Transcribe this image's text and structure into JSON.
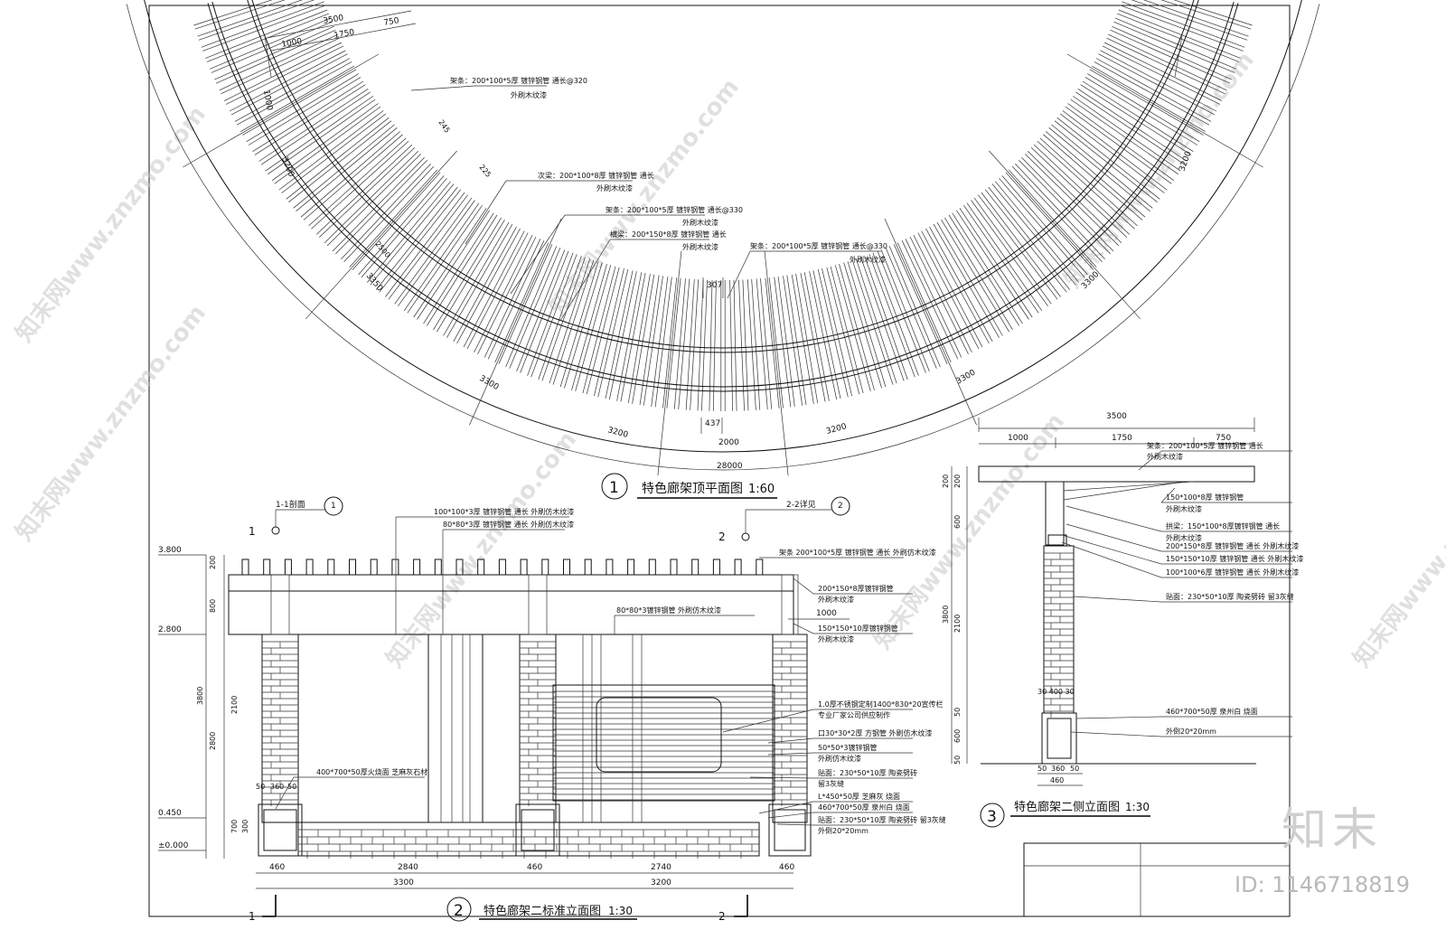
{
  "plan": {
    "title_num": "1",
    "title": "特色廊架顶平面图",
    "scale": "1:60",
    "dims_top": [
      "3500",
      "1000",
      "1750",
      "750"
    ],
    "dim_left_1000": "1000",
    "dim_left_3200": "3200",
    "dim_left_3350": "3350",
    "dim_right_3200": "3200",
    "dim_right_3300": "3300",
    "bottom_dims": [
      "3300",
      "3200",
      "2000",
      "3200",
      "3300"
    ],
    "overall": "28000",
    "dim_307": "307",
    "dim_437": "437",
    "small_245": "245",
    "small_225": "225",
    "small_2500": "2500",
    "notes": [
      "架条：200*100*5厚 镀锌钢管 通长@320",
      "外刷木纹漆",
      "次梁：200*100*8厚 镀锌钢管 通长",
      "外刷木纹漆",
      "架条：200*100*5厚 镀锌钢管 通长@330",
      "外刷木纹漆",
      "横梁：200*150*8厚 镀锌钢管 通长",
      "外刷木纹漆",
      "架条：200*100*5厚 镀锌钢管 通长@330",
      "外刷木纹漆"
    ]
  },
  "front": {
    "title_num": "2",
    "title": "特色廊架二标准立面图",
    "scale": "1:30",
    "section1": "1-1剖面",
    "section1_ref": "1",
    "section2": "2-2详见",
    "section2_ref": "2",
    "cut1": "1",
    "cut2": "2",
    "levels": [
      "3.800",
      "2.800",
      "0.450",
      "±0.000"
    ],
    "vdims": [
      "200",
      "800",
      "3800",
      "2800",
      "2100",
      "700",
      "300"
    ],
    "notes_top": [
      "100*100*3厚 镀锌钢管 通长 外刷仿木纹漆",
      "80*80*3厚 镀锌钢管 通长 外刷仿木纹漆"
    ],
    "note_mid": "80*80*3镀锌钢管  外刷仿木纹漆",
    "note_right_top": "架条 200*100*5厚 镀锌钢管 通长 外刷仿木纹漆",
    "dim_1000": "1000",
    "notes_right": [
      "200*150*8厚镀锌钢管",
      "外刷木纹漆",
      "150*150*10厚镀锌钢管",
      "外刷木纹漆",
      "1.0厚不锈钢定制1400*830*20宣传栏",
      "专业厂家公司供应制作",
      "口30*30*2厚 方钢管 外刷仿木纹漆",
      "50*50*3镀锌钢管",
      "外刷仿木纹漆",
      "贴面：230*50*10厚 陶瓷劈砖",
      "留3灰缝",
      "L*450*50厚 芝麻灰 烧面",
      "460*700*50厚 泉州白 烧面",
      "贴面：230*50*10厚 陶瓷劈砖 留3灰缝",
      "外倒20*20mm"
    ],
    "note_left": "400*700*50厚火烧面 芝麻灰石材",
    "col_dims": [
      "50",
      "360",
      "50"
    ],
    "bottom_dims1": [
      "460",
      "2840",
      "460",
      "2740",
      "460"
    ],
    "bottom_dims2": [
      "3300",
      "3200"
    ]
  },
  "side": {
    "title_num": "3",
    "title": "特色廊架二侧立面图",
    "scale": "1:30",
    "top_dims": [
      "3500",
      "1000",
      "1750",
      "750"
    ],
    "vdims": [
      "200",
      "200",
      "600",
      "3800",
      "2100",
      "50",
      "600",
      "50"
    ],
    "notes": [
      "架条：200*100*5厚 镀锌钢管 通长",
      "外刷木纹漆",
      "150*100*8厚 镀锌钢管",
      "外刷木纹漆",
      "拱梁：150*100*8厚镀锌钢管 通长",
      "外刷木纹漆",
      "200*150*8厚 镀锌钢管 通长 外刷木纹漆",
      "150*150*10厚 镀锌钢管 通长 外刷木纹漆",
      "100*100*6厚 镀锌钢管 通长 外刷木纹漆",
      "贴面：230*50*10厚 陶瓷劈砖 留3灰缝",
      "460*700*50厚 泉州白 烧面",
      "外倒20*20mm"
    ],
    "dim_col": "30  400  30",
    "dim_base": [
      "50",
      "360",
      "50"
    ],
    "dim_460": "460"
  },
  "watermark": "知末网www.znzmo.com",
  "brand": "知末",
  "brand_id": "ID: 1146718819"
}
